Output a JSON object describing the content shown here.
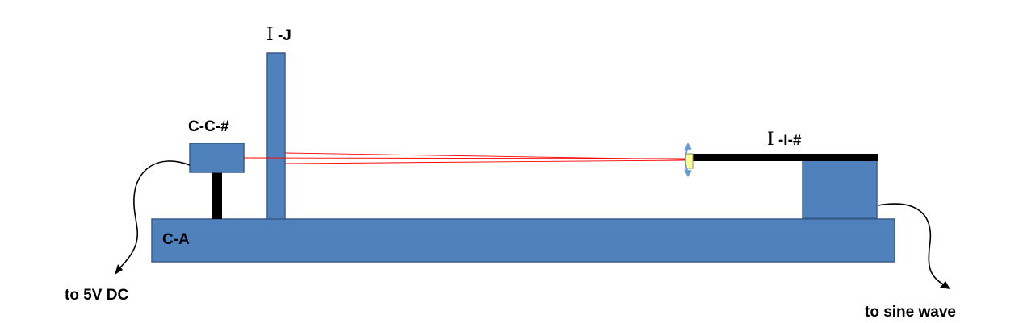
{
  "labels": {
    "vertical_block": {
      "symbol": "I",
      "suffix": " -J"
    },
    "left_box": "C-C-#",
    "right_arm": {
      "symbol": "I",
      "suffix": " -I-#"
    },
    "base": "C-A",
    "left_cable": "to 5V DC",
    "right_cable": "to sine wave"
  },
  "colors": {
    "block_fill": "#4f81bd",
    "block_stroke": "#385d8a",
    "laser": "#ff0000",
    "mirror": "#ffff99",
    "oscillation_arrow": "#6a9ad0",
    "post": "#000000"
  }
}
